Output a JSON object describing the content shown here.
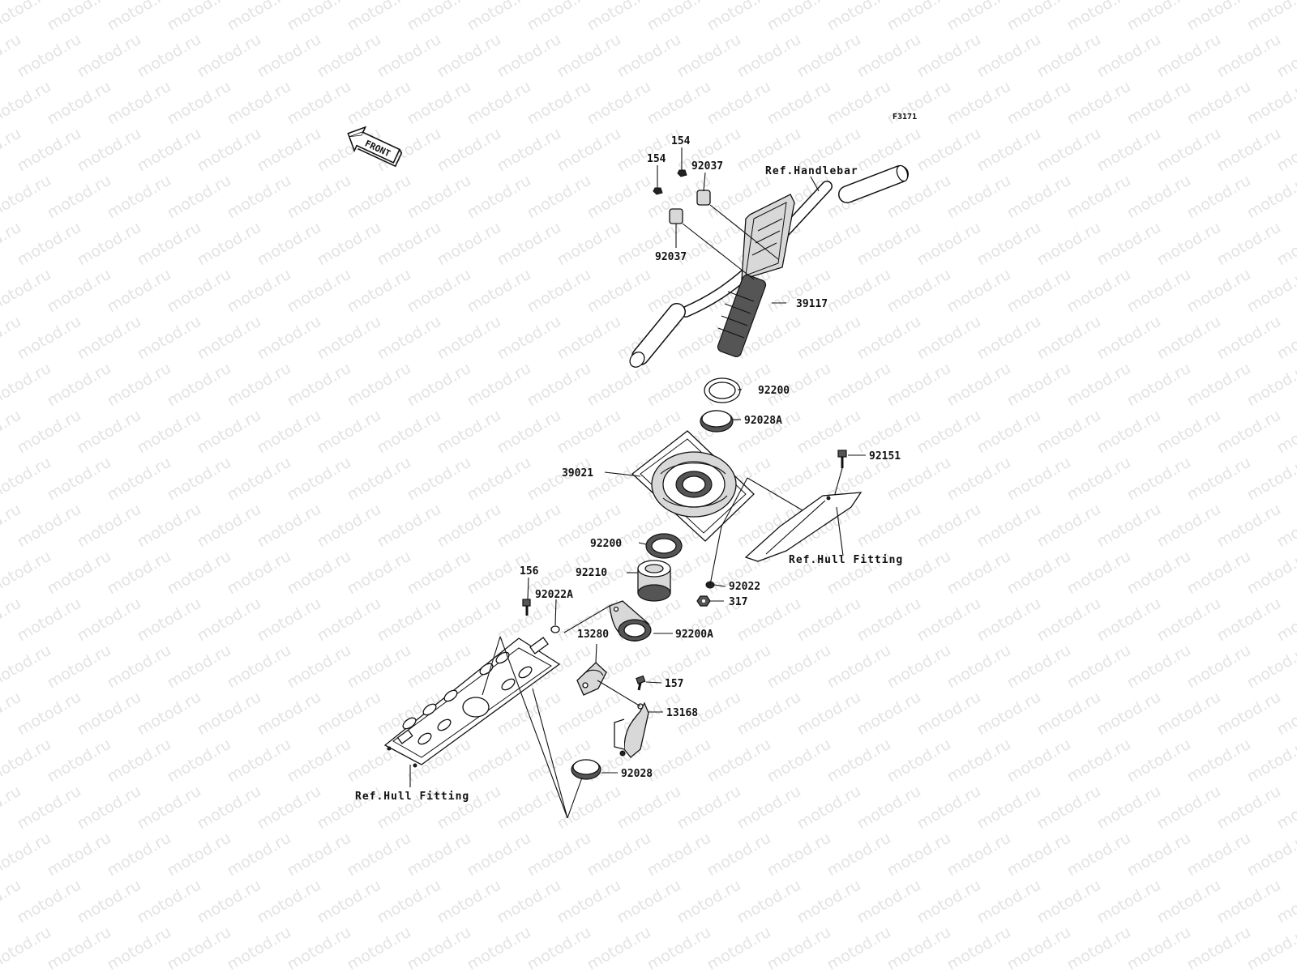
{
  "figure_code": "F3171",
  "front_arrow": {
    "text": "FRONT",
    "icon": "front-arrow-icon"
  },
  "callouts": {
    "p154_a": "154",
    "p154_b": "154",
    "p92037_a": "92037",
    "p92037_b": "92037",
    "ref_handlebar": "Ref.Handlebar",
    "p39117": "39117",
    "p92200_a": "92200",
    "p92028A": "92028A",
    "p39021": "39021",
    "p92151": "92151",
    "ref_hull_fitting_a": "Ref.Hull Fitting",
    "p92200_b": "92200",
    "p92210": "92210",
    "p92022": "92022",
    "p317": "317",
    "p156": "156",
    "p92022A": "92022A",
    "p13280": "13280",
    "p92200A": "92200A",
    "p157": "157",
    "p13168": "13168",
    "p92028": "92028",
    "ref_hull_fitting_b": "Ref.Hull Fitting"
  },
  "watermark": "motod.ru"
}
